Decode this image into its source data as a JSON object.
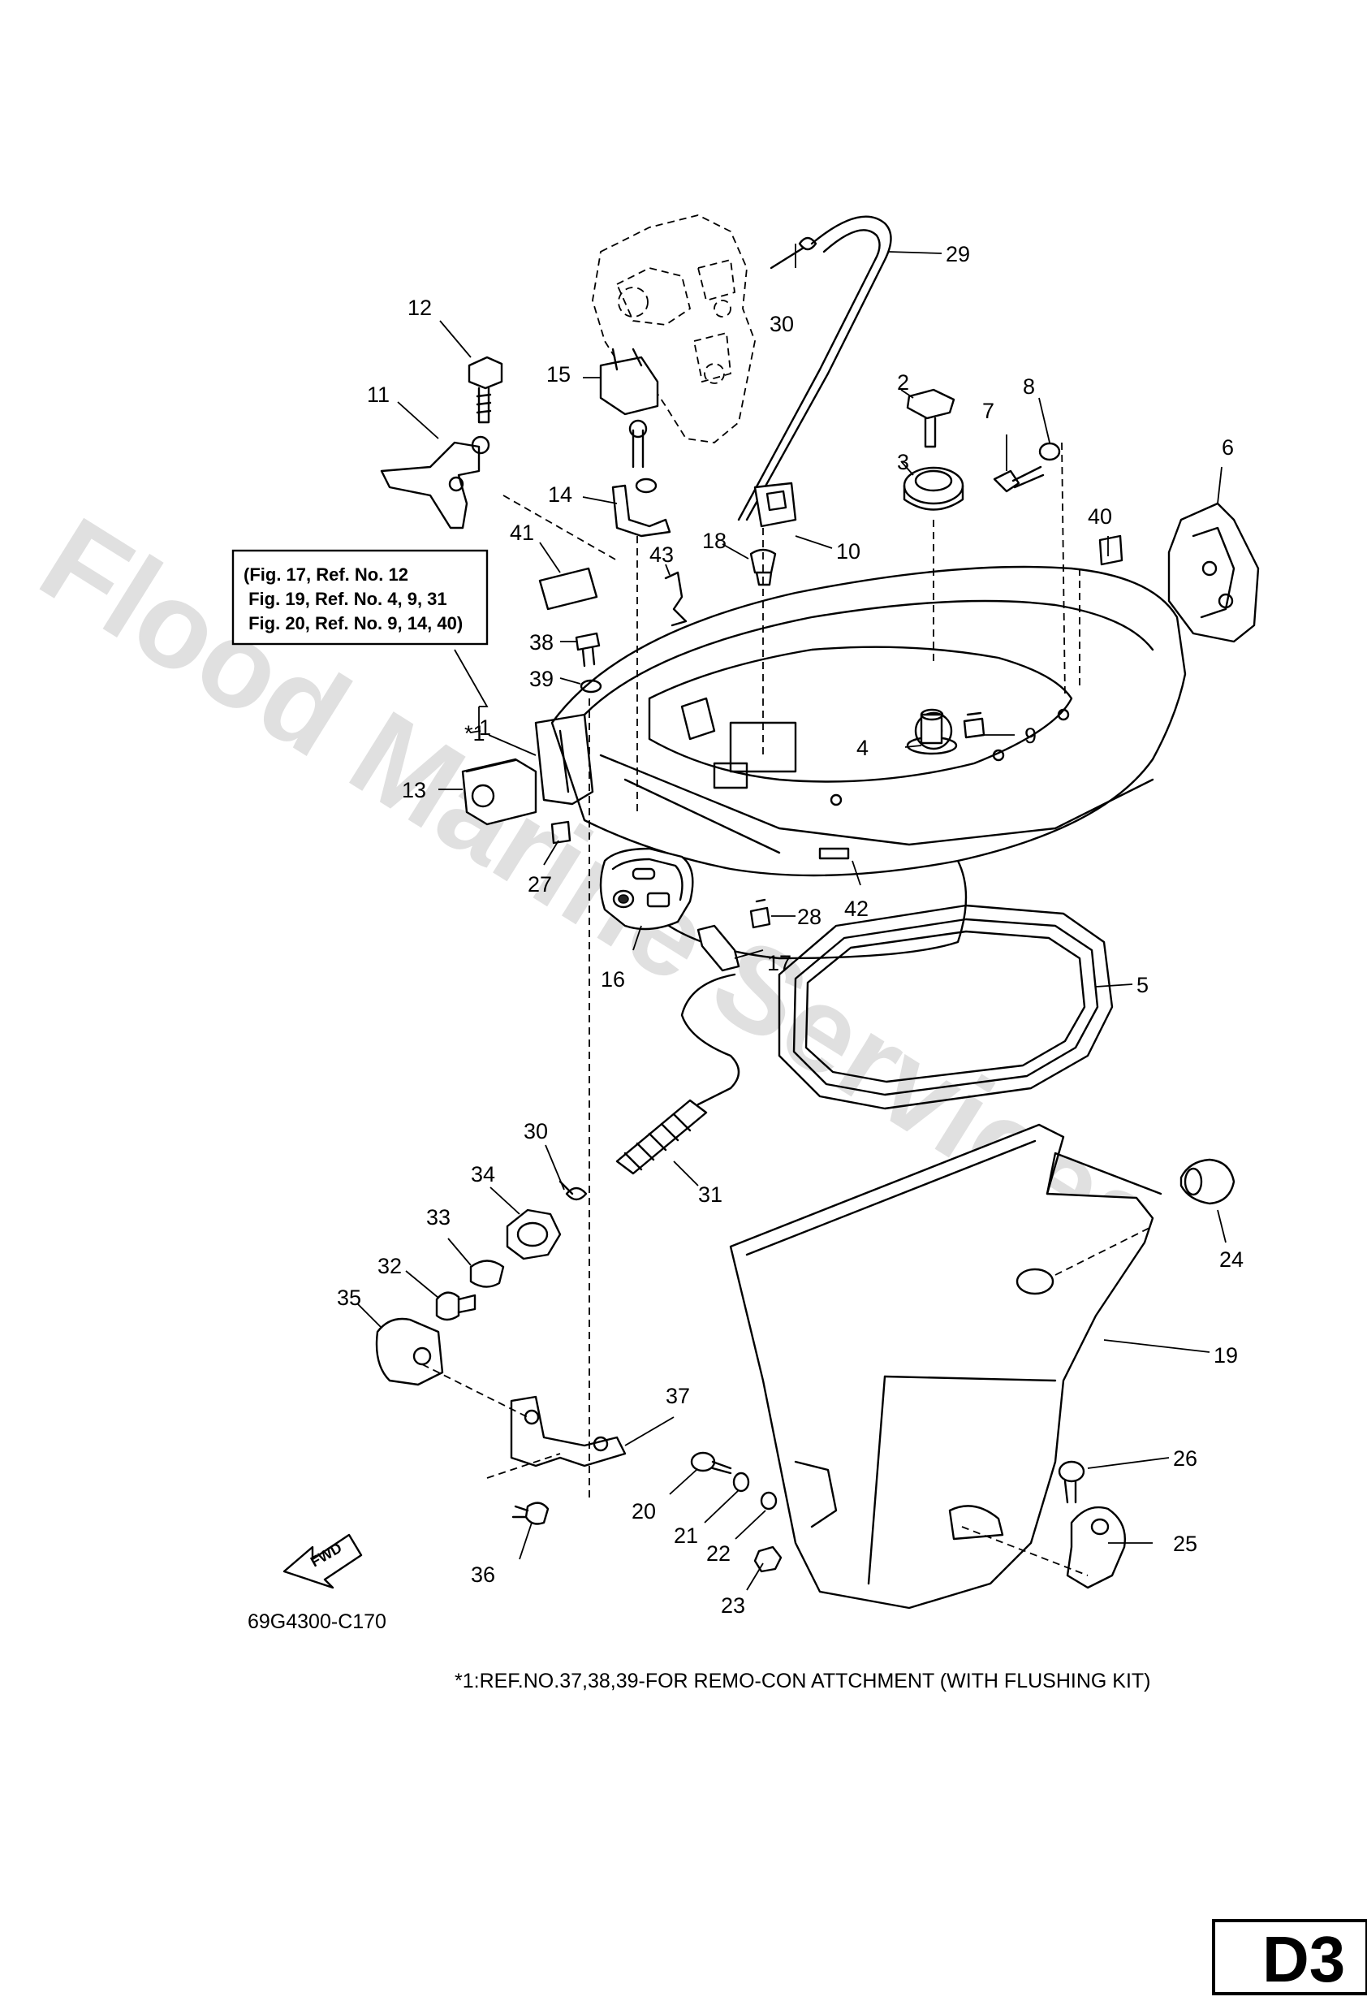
{
  "watermark": "Flood Marine Services",
  "reference_box": {
    "lines": [
      "(Fig. 17, Ref. No. 12",
      " Fig. 19, Ref. No. 4, 9, 31",
      " Fig. 20, Ref. No. 9, 14, 40)"
    ]
  },
  "callouts": [
    "1",
    "2",
    "3",
    "4",
    "5",
    "6",
    "7",
    "8",
    "9",
    "10",
    "11",
    "12",
    "13",
    "14",
    "15",
    "16",
    "17",
    "18",
    "19",
    "20",
    "21",
    "22",
    "23",
    "24",
    "25",
    "26",
    "27",
    "28",
    "29",
    "30",
    "30",
    "31",
    "32",
    "33",
    "34",
    "35",
    "36",
    "37",
    "38",
    "39",
    "40",
    "41",
    "42",
    "43"
  ],
  "fwd_label": "FWD",
  "diagram_code": "69G4300-C170",
  "footnote": "*1:REF.NO.37,38,39-FOR REMO-CON ATTCHMENT (WITH FLUSHING KIT)",
  "page_code": "D3",
  "footnote_marker": "*1"
}
